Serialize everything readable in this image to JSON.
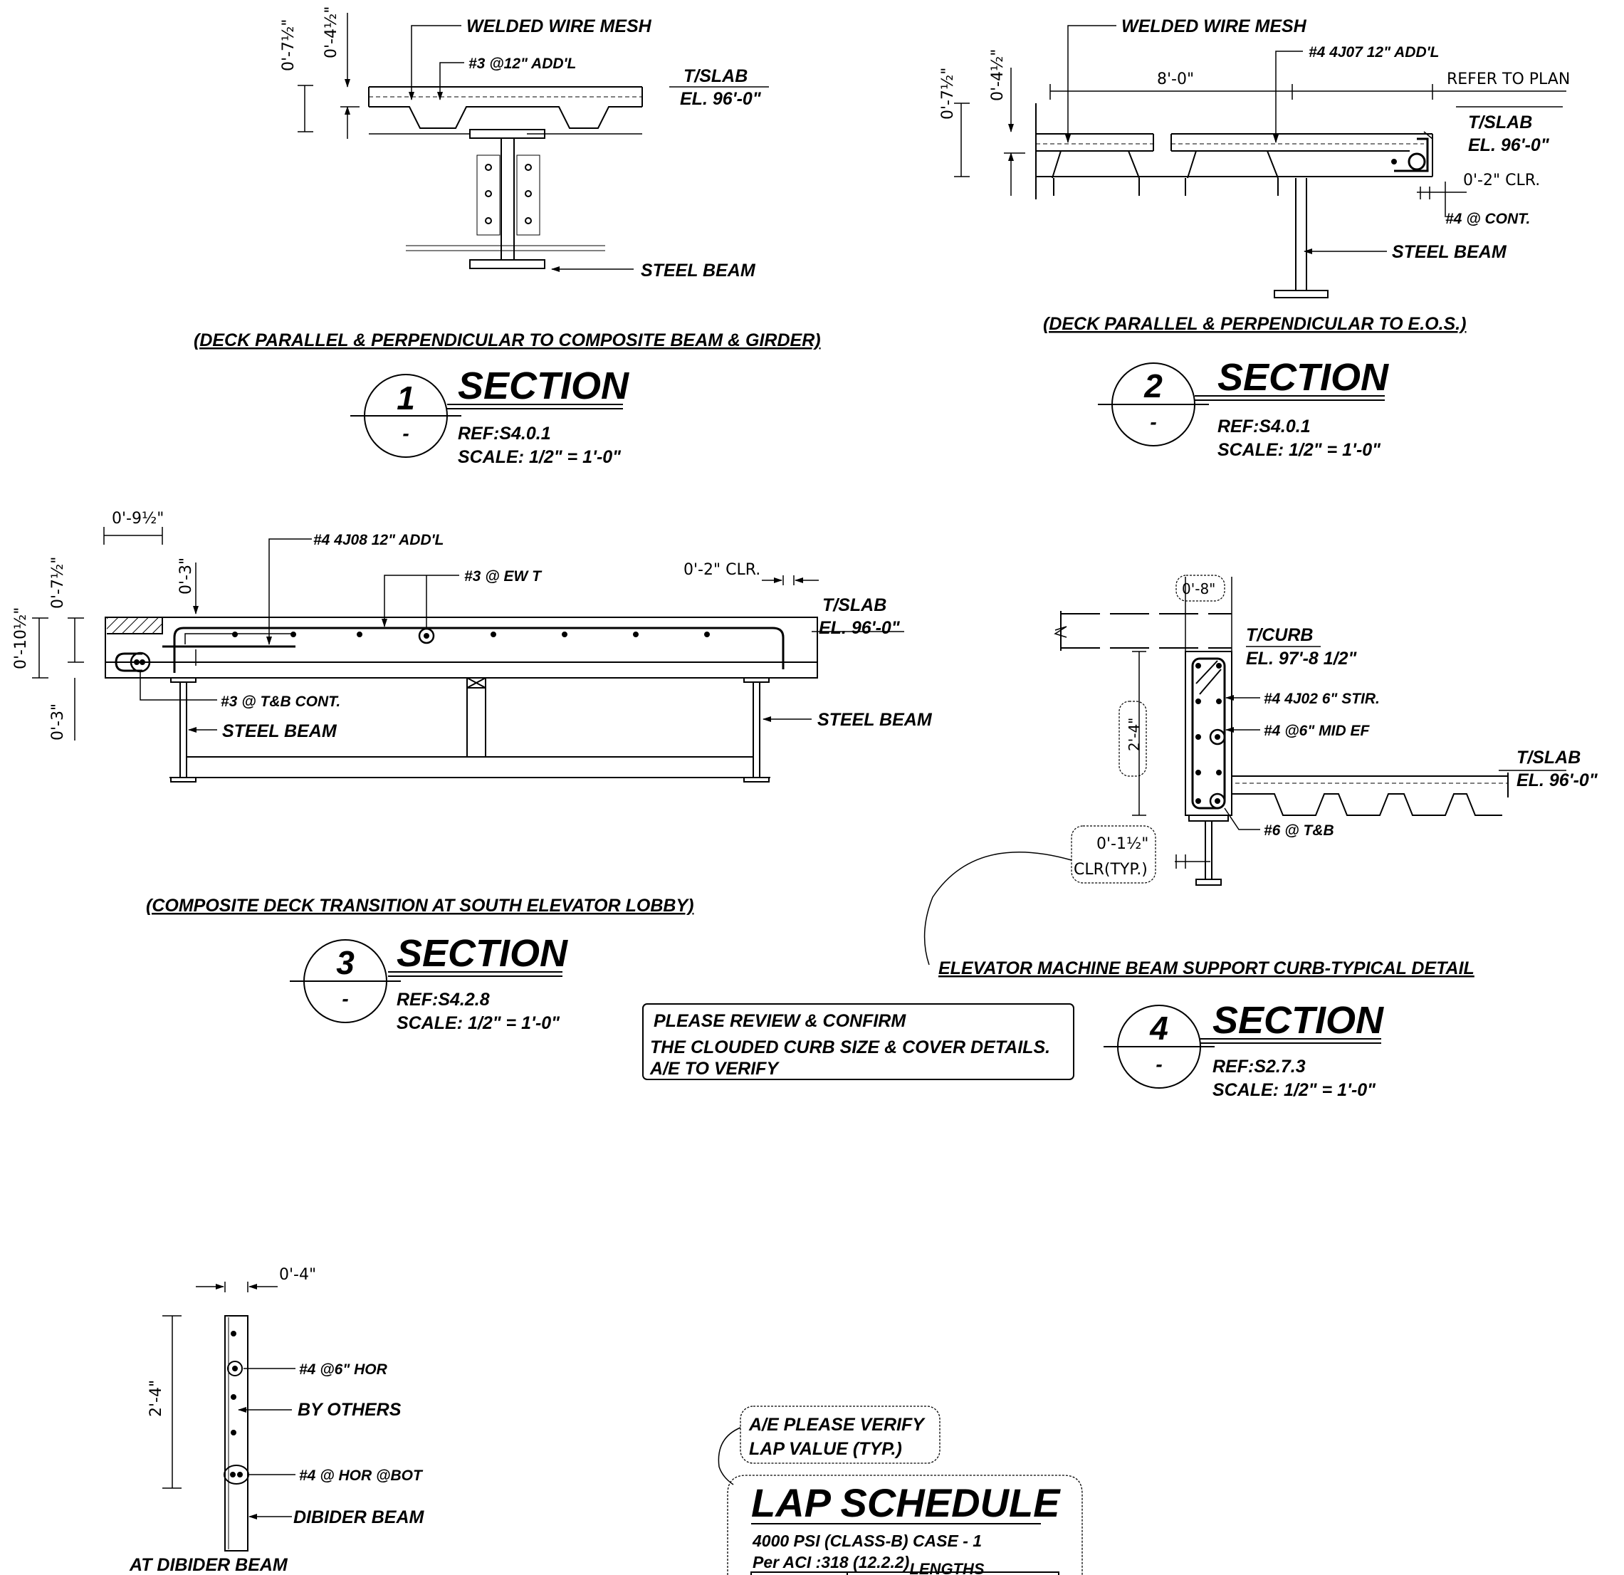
{
  "detail1": {
    "dim_outer": "0'-7½\"",
    "dim_inner": "0'-4½\"",
    "wwm": "WELDED WIRE MESH",
    "bar": "#3 @12\" ADD'L",
    "tslab": "T/SLAB",
    "el": "EL. 96'-0\"",
    "beam": "STEEL BEAM",
    "caption": "(DECK PARALLEL & PERPENDICULAR TO COMPOSITE BEAM & GIRDER)",
    "num": "1",
    "sub": "-",
    "title": "SECTION",
    "ref": "REF:S4.0.1",
    "scale": "SCALE: 1/2\" = 1'-0\""
  },
  "detail2": {
    "dim_outer": "0'-7½\"",
    "dim_inner": "0'-4½\"",
    "wwm": "WELDED WIRE MESH",
    "bar": "#4 4J07 12\" ADD'L",
    "span": "8'-0\"",
    "refer": "REFER TO PLAN",
    "tslab": "T/SLAB",
    "el": "EL. 96'-0\"",
    "clr": "0'-2\" CLR.",
    "cont": "#4 @ CONT.",
    "beam": "STEEL BEAM",
    "caption": "(DECK PARALLEL & PERPENDICULAR TO E.O.S.)",
    "num": "2",
    "sub": "-",
    "title": "SECTION",
    "ref": "REF:S4.0.1",
    "scale": "SCALE: 1/2\" = 1'-0\""
  },
  "detail3": {
    "dim_top": "0'-9½\"",
    "dim_a": "0'-7½\"",
    "dim_b": "0'-3\"",
    "dim_c": "0'-10½\"",
    "dim_d": "0'-3\"",
    "bar1": "#4 4J08 12\" ADD'L",
    "bar2": "#3 @ EW T",
    "clr": "0'-2\" CLR.",
    "tslab": "T/SLAB",
    "el": "EL. 96'-0\"",
    "tb": "#3 @ T&B CONT.",
    "beam_left": "STEEL BEAM",
    "beam_right": "STEEL BEAM",
    "caption": "(COMPOSITE DECK TRANSITION AT SOUTH ELEVATOR LOBBY)",
    "num": "3",
    "sub": "-",
    "title": "SECTION",
    "ref": "REF:S4.2.8",
    "scale": "SCALE: 1/2\" = 1'-0\""
  },
  "detail4": {
    "width": "0'-8\"",
    "tcurb": "T/CURB",
    "el_curb": "EL. 97'-8 1/2\"",
    "stir": "#4 4J02 6\" STIR.",
    "mid": "#4 @6\" MID EF",
    "height": "2'-4\"",
    "tslab": "T/SLAB",
    "el": "EL. 96'-0\"",
    "tb": "#6 @ T&B",
    "cover": "0'-1½\"",
    "cover_note": "CLR(TYP.)",
    "caption": "ELEVATOR MACHINE BEAM SUPPORT CURB-TYPICAL DETAIL",
    "num": "4",
    "sub": "-",
    "title": "SECTION",
    "ref": "REF:S2.7.3",
    "scale": "SCALE: 1/2\" = 1'-0\""
  },
  "review_note": {
    "line1": "PLEASE REVIEW & CONFIRM",
    "line2": "THE CLOUDED CURB SIZE & COVER DETAILS.",
    "line3": "A/E TO VERIFY"
  },
  "detail5": {
    "width": "0'-4\"",
    "height": "2'-4\"",
    "hor": "#4 @6\" HOR",
    "others": "BY OTHERS",
    "bot": "#4 @ HOR @BOT",
    "beam": "DIBIDER BEAM",
    "caption": "AT DIBIDER BEAM"
  },
  "lap_note": {
    "line1": "A/E PLEASE VERIFY",
    "line2": "LAP VALUE (TYP.)"
  },
  "lap_schedule": {
    "title": "LAP SCHEDULE",
    "sub1": "4000 PSI (CLASS-B) CASE - 1",
    "sub2": "Per ACI :318 (12.2.2)",
    "col_header": "LENGTHS"
  }
}
